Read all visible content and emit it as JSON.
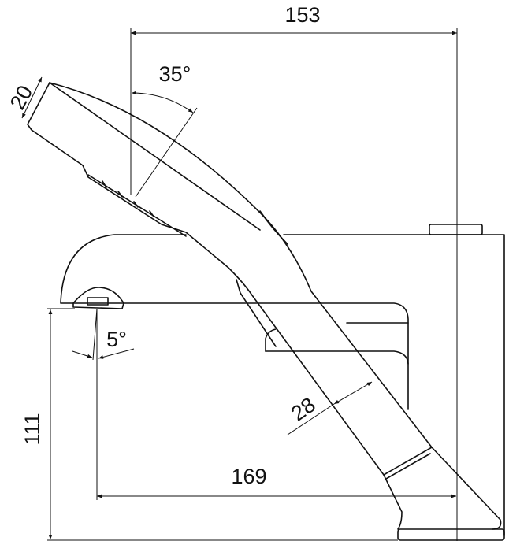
{
  "drawing": {
    "dimensions": {
      "overall_width": "153",
      "spray_angle": "35°",
      "head_width": "20",
      "spout_angle": "5°",
      "height": "111",
      "reach": "169",
      "handle_width": "28"
    },
    "line_color": "#111111",
    "background": "#ffffff"
  }
}
